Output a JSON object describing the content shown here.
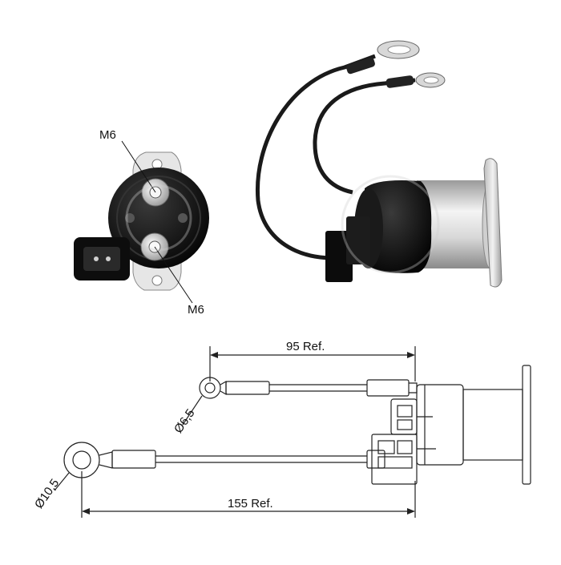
{
  "labels": {
    "thread_top": "M6",
    "thread_bottom": "M6",
    "dim_short_length": "95 Ref.",
    "dim_long_length": "155 Ref.",
    "dim_small_eye": "Ø6,5",
    "dim_large_eye": "Ø10,5"
  },
  "colors": {
    "line": "#222222",
    "body_black": "#111111",
    "metal_light": "#e8e8e8",
    "metal_mid": "#b8b8b8",
    "metal_dark": "#7a7a7a",
    "watermark": "#cfcfcf"
  }
}
